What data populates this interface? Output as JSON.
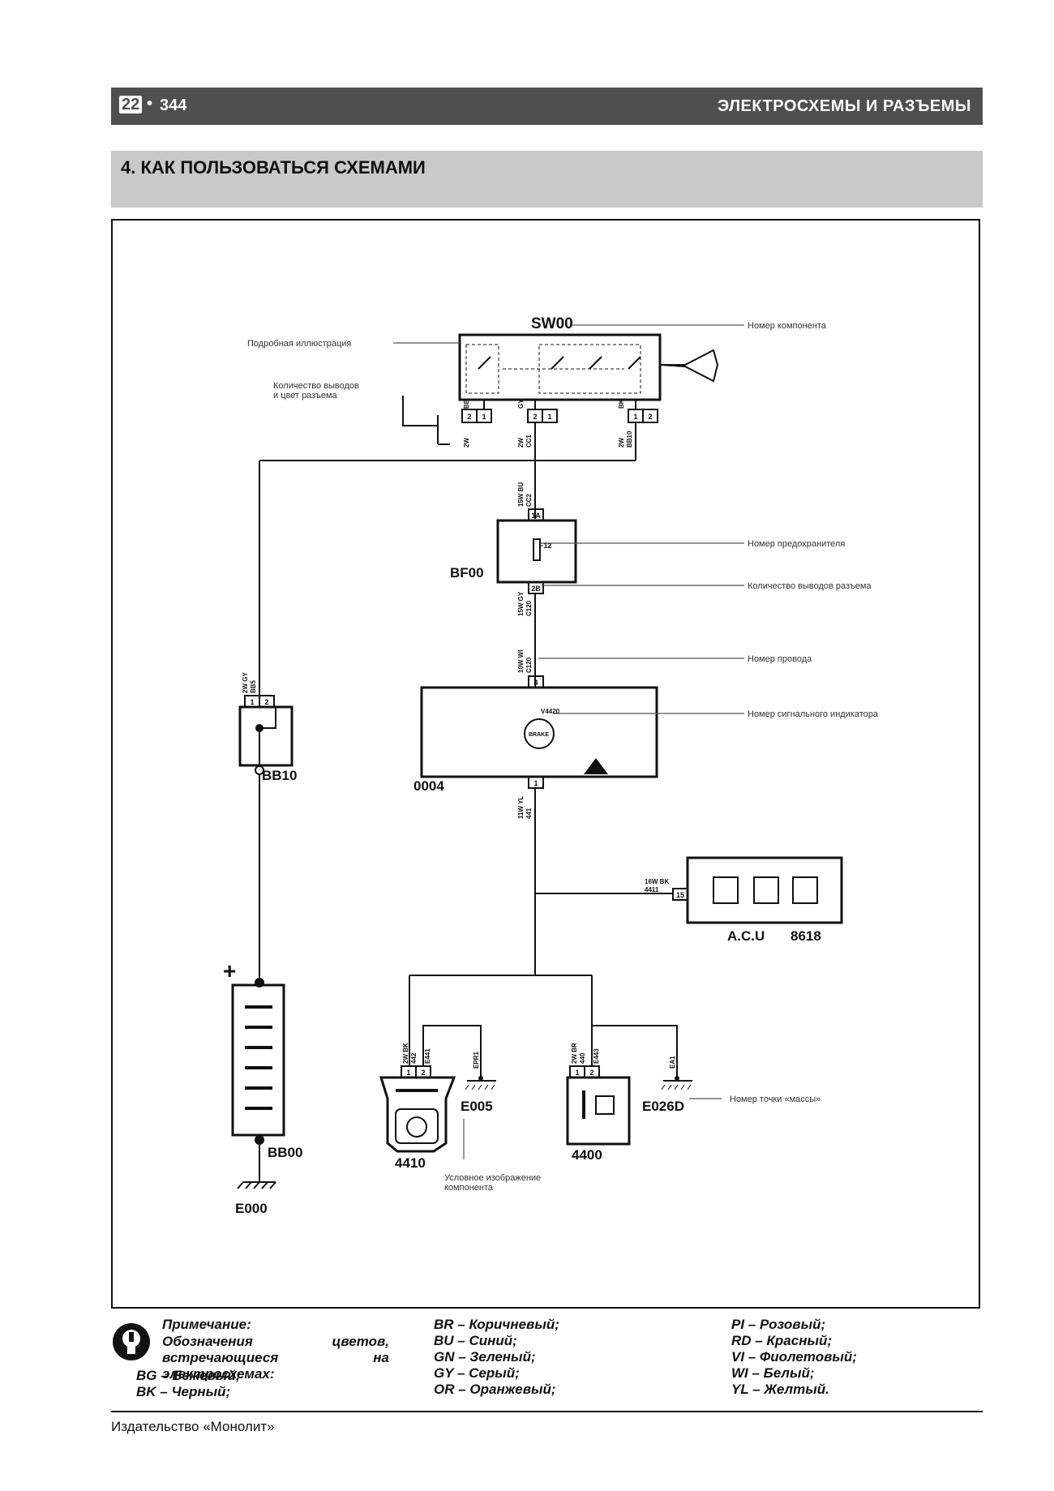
{
  "header": {
    "chapter": "22",
    "bullet": "•",
    "page": "344",
    "title": "ЭЛЕКТРОСХЕМЫ И РАЗЪЕМЫ"
  },
  "section": {
    "title": "4.  КАК ПОЛЬЗОВАТЬСЯ СХЕМАМИ"
  },
  "diagram": {
    "components": {
      "sw": "SW00",
      "fuse_box": "BF00",
      "fuse": "F12",
      "cluster": "0004",
      "indicator": "V4420",
      "brake": "BRAKE",
      "relay": "BB10",
      "battery": "BB00",
      "battery_plus": "+",
      "acu": "A.C.U",
      "acu_num": "8618",
      "switch1": "4410",
      "switch2": "4400",
      "ground_main": "E000",
      "ground1": "E005",
      "ground2": "E026D"
    },
    "wires": {
      "sw_left": "2W",
      "sw_left_color": "BB",
      "sw_mid": "2W",
      "sw_mid_color": "GY",
      "sw_mid_code": "CC1",
      "sw_right": "2W",
      "sw_right_color": "BK",
      "sw_right_code": "BB10",
      "fuse_in": "15W  BU",
      "fuse_in_code": "CC2",
      "fuse_out": "15W  GY",
      "fuse_out_code": "C120",
      "cluster_in": "10W  WI",
      "cluster_in_code": "C120",
      "cluster_out": "11W  YL",
      "cluster_out_code": "441",
      "bb10_wire": "2W  GY",
      "bb10_code": "BB5",
      "acu_wire": "16W   BK",
      "acu_code": "4411",
      "sw1_wire": "2W  BK",
      "sw1_code": "442",
      "sw1_gnd": "E441",
      "sw1_epr": "EPR1",
      "sw2_wire": "2W  BR",
      "sw2_code": "440",
      "sw2_gnd": "E443",
      "sw2_ea": "EA1"
    },
    "pins": {
      "sw_left": [
        "2",
        "1"
      ],
      "sw_mid": [
        "2",
        "1"
      ],
      "sw_right": [
        "1",
        "2"
      ],
      "fuse_in": "1A",
      "fuse_out": "2B",
      "cluster_in": "4",
      "cluster_out": "1",
      "bb10": [
        "1",
        "2"
      ],
      "acu": "15",
      "sw1": [
        "1",
        "2"
      ],
      "sw2": [
        "1",
        "2"
      ]
    },
    "callouts": {
      "component_number": "Номер компонента",
      "detailed_illustration": "Подробная иллюстрация",
      "pins_and_color_1": "Количество выводов",
      "pins_and_color_2": "и цвет разъема",
      "fuse_number": "Номер предохранителя",
      "connector_pins": "Количество выводов разъема",
      "wire_number": "Номер провода",
      "indicator_number": "Номер сигнального индикатора",
      "ground_number": "Номер точки «массы»",
      "symbol_1": "Условное изображение",
      "symbol_2": "компонента"
    }
  },
  "note": {
    "title": "Примечание:",
    "text": "Обозначения цветов, встречающиеся на электросхемах:",
    "colors": [
      "BG – Бежевый;",
      "BK – Черный;",
      "BR – Коричневый;",
      "BU – Синий;",
      "GN – Зеленый;",
      "GY – Серый;",
      "OR – Оранжевый;",
      "PI – Розовый;",
      "RD – Красный;",
      "VI – Фиолетовый;",
      "WI – Белый;",
      "YL – Желтый."
    ]
  },
  "footer": {
    "publisher": "Издательство «Монолит»"
  }
}
